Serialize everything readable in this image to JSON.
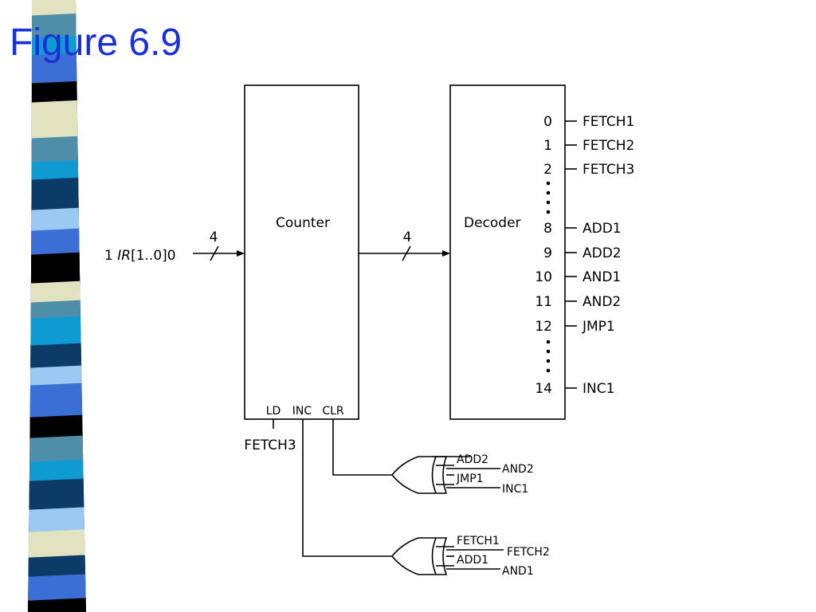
{
  "slide": {
    "title": "Figure 6.9",
    "stripe_colors": [
      "#000000",
      "#e2e2c0",
      "#4f8ea8",
      "#0f9ad2",
      "#0b3b66",
      "#9cc9f2",
      "#3b6fd6"
    ]
  },
  "diagram": {
    "input_label_prefix": "1 ",
    "input_label_ir": "IR",
    "input_label_suffix": "[1..0]0",
    "input_bus_width": "4",
    "counter_label": "Counter",
    "counter_pins": {
      "ld": "LD",
      "inc": "INC",
      "clr": "CLR"
    },
    "ld_signal": "FETCH3",
    "bus_width": "4",
    "decoder_label": "Decoder",
    "decoder_outputs": [
      {
        "index": "0",
        "signal": "FETCH1"
      },
      {
        "index": "1",
        "signal": "FETCH2"
      },
      {
        "index": "2",
        "signal": "FETCH3"
      },
      {
        "index": "8",
        "signal": "ADD1"
      },
      {
        "index": "9",
        "signal": "ADD2"
      },
      {
        "index": "10",
        "signal": "AND1"
      },
      {
        "index": "11",
        "signal": "AND2"
      },
      {
        "index": "12",
        "signal": "JMP1"
      },
      {
        "index": "14",
        "signal": "INC1"
      }
    ],
    "or_gate_clr": {
      "inputs": [
        "ADD2",
        "AND2",
        "JMP1",
        "INC1"
      ]
    },
    "or_gate_inc": {
      "inputs": [
        "FETCH1",
        "FETCH2",
        "ADD1",
        "AND1"
      ]
    }
  }
}
